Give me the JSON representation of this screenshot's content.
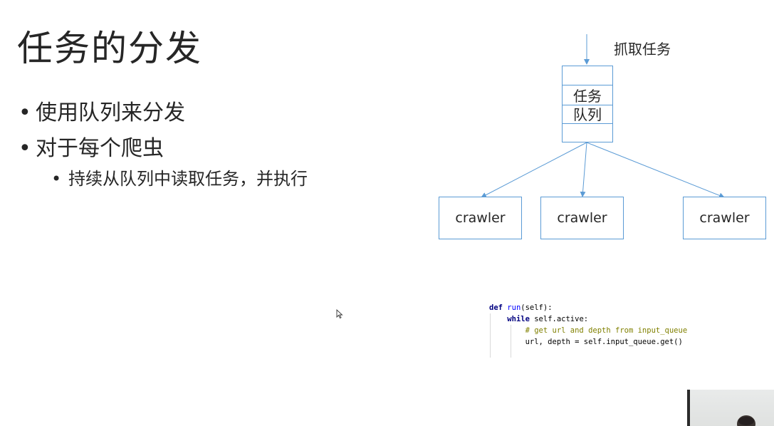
{
  "slide": {
    "title": "任务的分发",
    "bullets": [
      {
        "level": 1,
        "text": "使用队列来分发"
      },
      {
        "level": 1,
        "text": "对于每个爬虫"
      },
      {
        "level": 2,
        "text": "持续从队列中读取任务，并执行"
      }
    ]
  },
  "diagram": {
    "input_label": "抓取任务",
    "queue_label_line1": "任务",
    "queue_label_line2": "队列",
    "crawlers": [
      "crawler",
      "crawler",
      "crawler"
    ],
    "line_color": "#5b9bd5"
  },
  "code": {
    "lines": [
      "def run(self):",
      "    while self.active:",
      "        # get url and depth from input_queue",
      "        url, depth = self.input_queue.get()"
    ]
  },
  "cursor_icon": "mouse-pointer-icon",
  "webcam_icon": "presenter-webcam"
}
